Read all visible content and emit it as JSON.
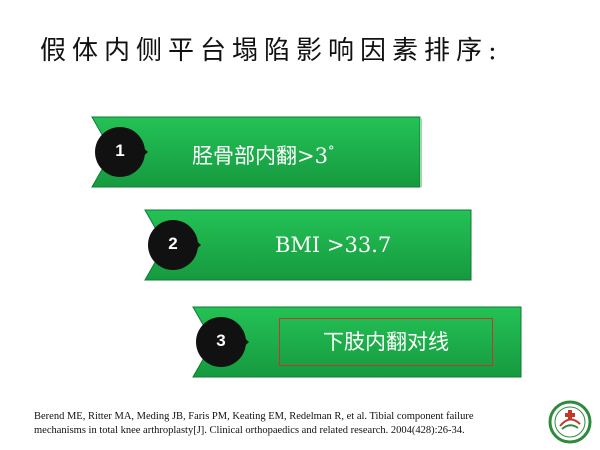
{
  "slide": {
    "title": "假体内侧平台塌陷影响因素排序:",
    "items": [
      {
        "number": "1",
        "text": "胫骨部内翻>3",
        "suffix": "°"
      },
      {
        "number": "2",
        "text": "BMI >33.7"
      },
      {
        "number": "3",
        "text": "下肢内翻对线"
      }
    ],
    "reference_line1": "Berend ME, Ritter MA, Meding JB, Faris PM, Keating EM, Redelman R, et al. Tibial component failure",
    "reference_line2": "mechanisms in total knee arthroplasty[J]. Clinical orthopaedics and related research. 2004(428):26-34."
  },
  "colors": {
    "bar_green": "#1db34b",
    "bar_dark_green": "#0f7a30",
    "badge_black": "#111111",
    "box_border": "#c0392b"
  },
  "icons": {
    "logo": "hospital-emblem-icon"
  }
}
